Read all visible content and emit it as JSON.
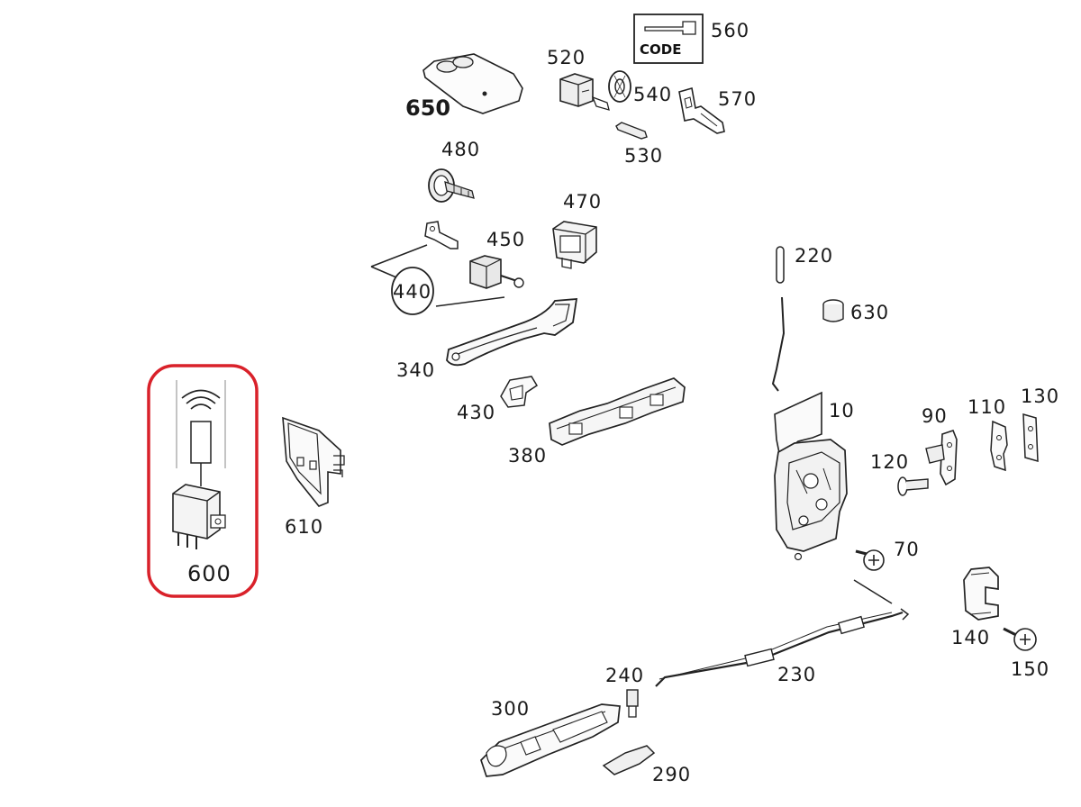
{
  "highlight_color": "#d9212a",
  "parts": [
    {
      "id": "p10",
      "label": "10",
      "icon": "door-lock-icon"
    },
    {
      "id": "p70",
      "label": "70",
      "icon": "screw-icon"
    },
    {
      "id": "p90",
      "label": "90",
      "icon": "striker-plate-icon"
    },
    {
      "id": "p110",
      "label": "110",
      "icon": "shim-plate-icon"
    },
    {
      "id": "p120",
      "label": "120",
      "icon": "bolt-icon"
    },
    {
      "id": "p130",
      "label": "130",
      "icon": "shim-plate-icon"
    },
    {
      "id": "p140",
      "label": "140",
      "icon": "door-stop-bracket-icon"
    },
    {
      "id": "p150",
      "label": "150",
      "icon": "screw-icon"
    },
    {
      "id": "p220",
      "label": "220",
      "icon": "pin-icon"
    },
    {
      "id": "p230",
      "label": "230",
      "icon": "bowden-cable-icon"
    },
    {
      "id": "p240",
      "label": "240",
      "icon": "clip-icon"
    },
    {
      "id": "p290",
      "label": "290",
      "icon": "cover-cap-icon"
    },
    {
      "id": "p300",
      "label": "300",
      "icon": "inner-handle-icon"
    },
    {
      "id": "p340",
      "label": "340",
      "icon": "outer-handle-icon"
    },
    {
      "id": "p380",
      "label": "380",
      "icon": "handle-carrier-icon"
    },
    {
      "id": "p430",
      "label": "430",
      "icon": "bracket-icon"
    },
    {
      "id": "p440",
      "label": "440",
      "icon": "callout-circle"
    },
    {
      "id": "p450",
      "label": "450",
      "icon": "lock-cylinder-icon"
    },
    {
      "id": "p470",
      "label": "470",
      "icon": "housing-icon"
    },
    {
      "id": "p480",
      "label": "480",
      "icon": "lock-barrel-icon"
    },
    {
      "id": "p520",
      "label": "520",
      "icon": "key-module-icon"
    },
    {
      "id": "p530",
      "label": "530",
      "icon": "key-blade-icon"
    },
    {
      "id": "p540",
      "label": "540",
      "icon": "ring-icon"
    },
    {
      "id": "p560",
      "label": "560",
      "icon": "code-card-icon",
      "card_text": "CODE"
    },
    {
      "id": "p570",
      "label": "570",
      "icon": "key-icon"
    },
    {
      "id": "p600",
      "label": "600",
      "icon": "remote-receiver-module-icon"
    },
    {
      "id": "p610",
      "label": "610",
      "icon": "mounting-bracket-icon"
    },
    {
      "id": "p630",
      "label": "630",
      "icon": "rubber-buffer-icon"
    },
    {
      "id": "p650",
      "label": "650",
      "icon": "key-fob-cover-icon"
    }
  ]
}
